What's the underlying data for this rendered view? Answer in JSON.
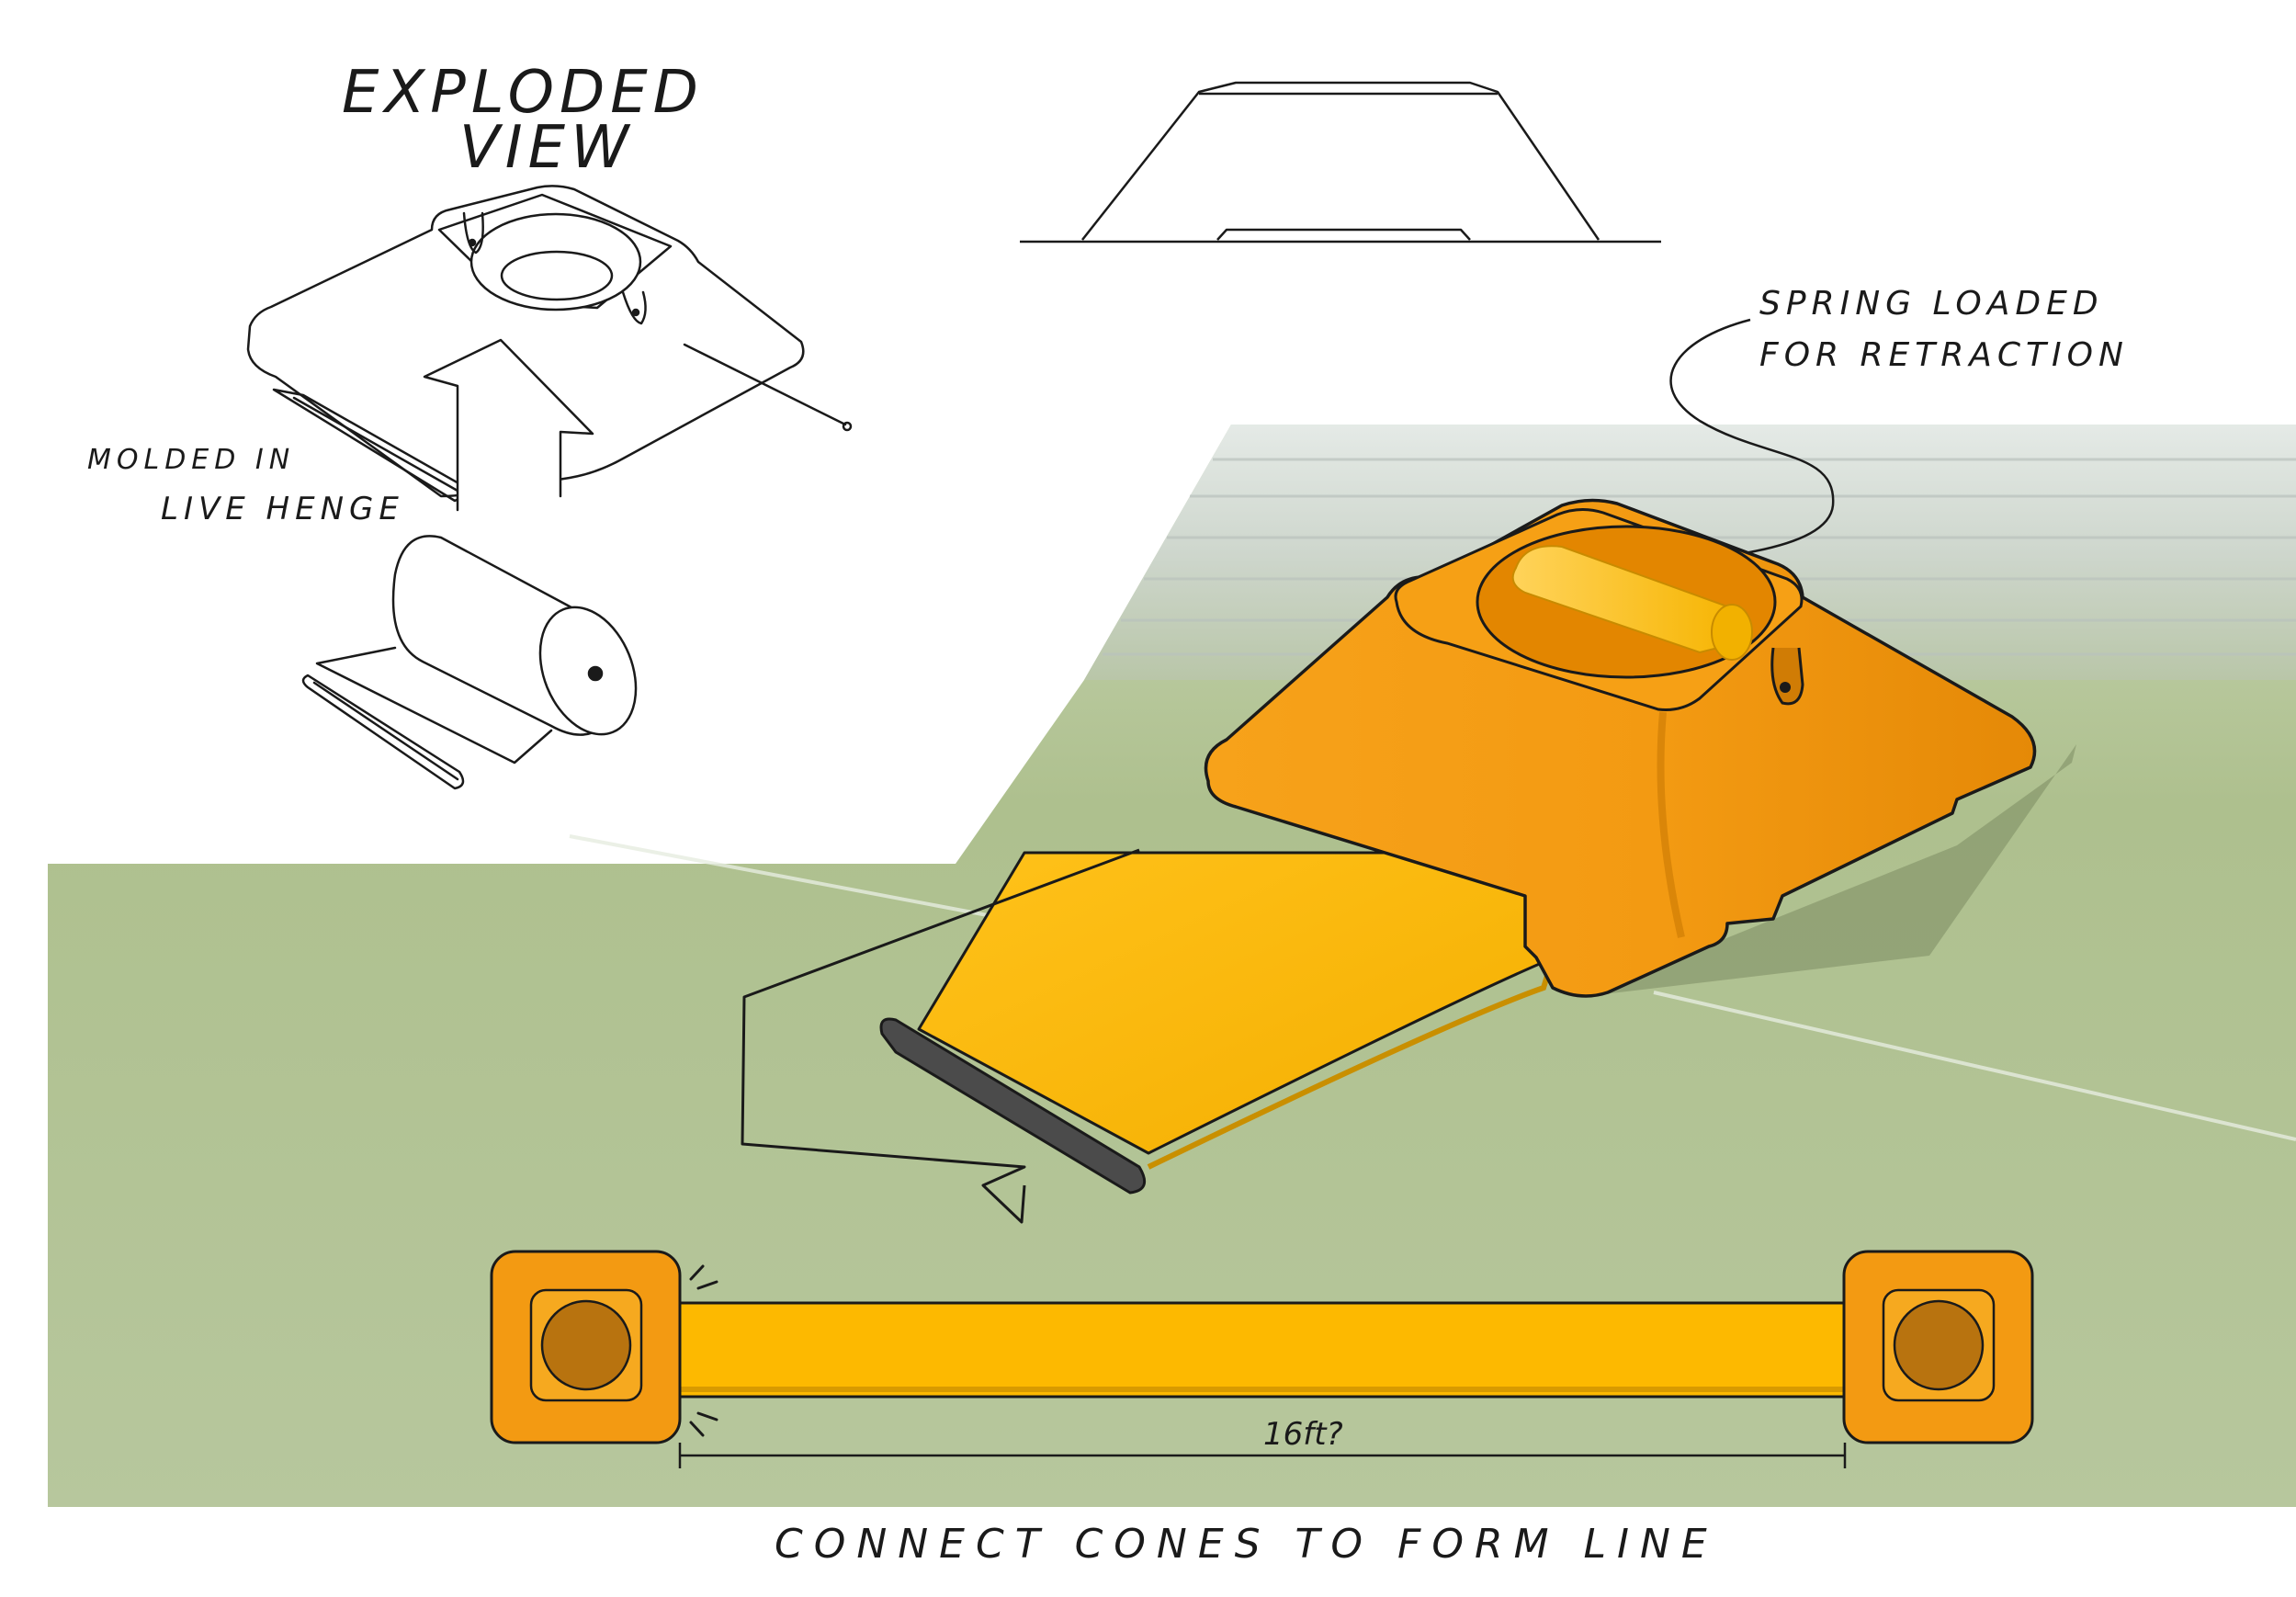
{
  "title": {
    "line1": "EXPLODED",
    "line2": "VIEW"
  },
  "labels": {
    "hinge_line1": "MOLDED IN",
    "hinge_line2": "LIVE HENGE",
    "spring_line1": "SPRING LOADED",
    "spring_line2": "FOR RETRACTION",
    "dimension": "16ft?",
    "caption": "CONNECT CONES TO FORM LINE"
  },
  "colors": {
    "cone_orange": "#f39a12",
    "cone_dark": "#d97f06",
    "strap_yellow": "#fdb900",
    "cap_brown": "#b8730f",
    "turf_green": "#9cb17a",
    "ink": "#1a1a1a"
  }
}
